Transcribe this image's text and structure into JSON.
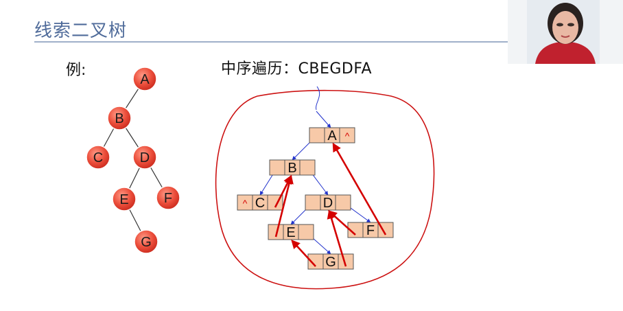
{
  "slide": {
    "title": "线索二叉树",
    "example_label": "例:",
    "traversal_text": "中序遍历：CBEGDFA"
  },
  "tree": {
    "nodes": [
      {
        "id": "A",
        "label": "A"
      },
      {
        "id": "B",
        "label": "B"
      },
      {
        "id": "C",
        "label": "C"
      },
      {
        "id": "D",
        "label": "D"
      },
      {
        "id": "E",
        "label": "E"
      },
      {
        "id": "F",
        "label": "F"
      },
      {
        "id": "G",
        "label": "G"
      }
    ],
    "edges": [
      [
        "A",
        "B"
      ],
      [
        "B",
        "C"
      ],
      [
        "B",
        "D"
      ],
      [
        "D",
        "E"
      ],
      [
        "D",
        "F"
      ],
      [
        "E",
        "G"
      ]
    ]
  },
  "threaded": {
    "null_marker": "^",
    "nodes": [
      {
        "id": "A",
        "label": "A",
        "left": "",
        "right": "^"
      },
      {
        "id": "B",
        "label": "B",
        "left": "",
        "right": ""
      },
      {
        "id": "C",
        "label": "C",
        "left": "^",
        "right": ""
      },
      {
        "id": "D",
        "label": "D",
        "left": "",
        "right": ""
      },
      {
        "id": "E",
        "label": "E",
        "left": "",
        "right": ""
      },
      {
        "id": "F",
        "label": "F",
        "left": "",
        "right": ""
      },
      {
        "id": "G",
        "label": "G",
        "left": "",
        "right": ""
      }
    ],
    "child_links": [
      [
        "A",
        "B"
      ],
      [
        "B",
        "C"
      ],
      [
        "B",
        "D"
      ],
      [
        "D",
        "E"
      ],
      [
        "D",
        "F"
      ],
      [
        "E",
        "G"
      ]
    ],
    "threads": [
      [
        "C",
        "B"
      ],
      [
        "E",
        "B"
      ],
      [
        "G",
        "E"
      ],
      [
        "G",
        "D"
      ],
      [
        "F",
        "D"
      ],
      [
        "F",
        "A"
      ]
    ]
  },
  "colors": {
    "node_fill": "#e8493b",
    "node_stroke": "#ffffff",
    "cell_fill": "#f7c9a8",
    "cell_stroke": "#555555",
    "child_link": "#2233cc",
    "thread": "#d40000",
    "circle": "#cc1111",
    "title": "#4f6b9a"
  }
}
